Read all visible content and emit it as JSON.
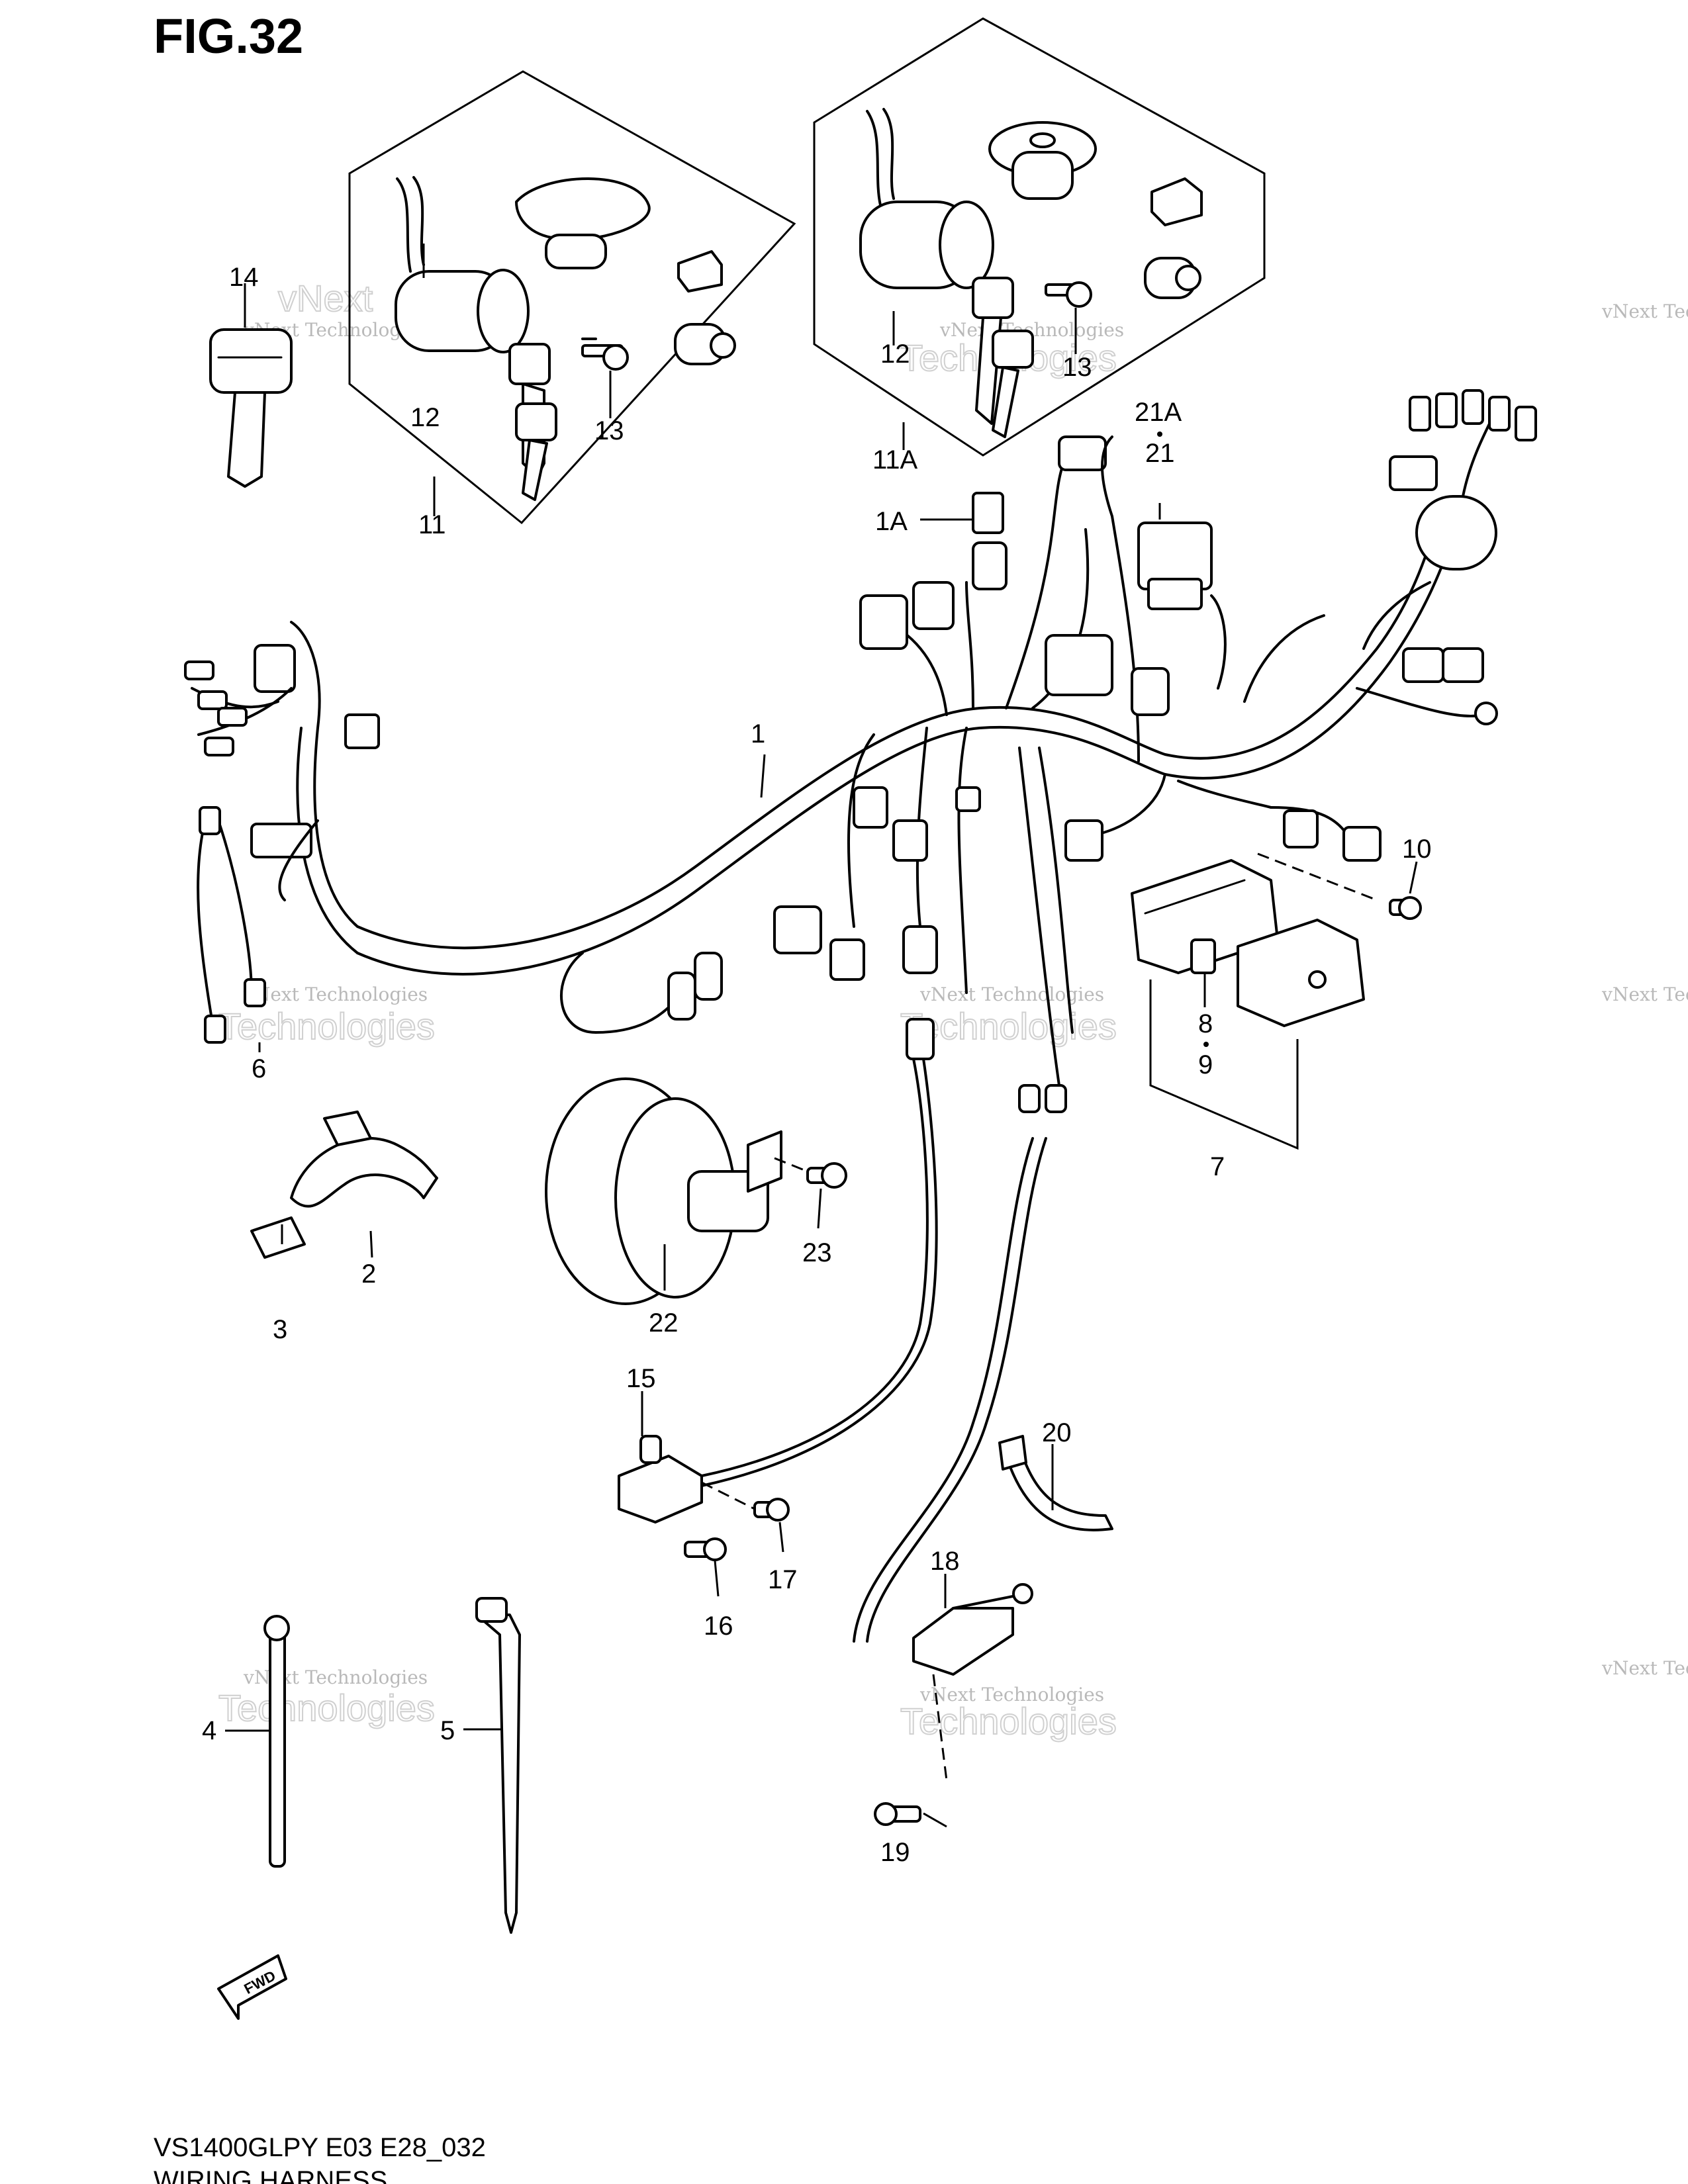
{
  "figure": {
    "title": "FIG.32",
    "model_code": "VS1400GLPY E03 E28_032",
    "name": "WIRING HARNESS"
  },
  "watermark": {
    "line1": "vNext Technologies",
    "line2a": "vNext",
    "line2b": "Technologies"
  },
  "callouts": {
    "p1": "1",
    "p1A": "1A",
    "p2": "2",
    "p3": "3",
    "p4": "4",
    "p5": "5",
    "p6": "6",
    "p7": "7",
    "p8": "8",
    "p9": "9",
    "p10": "10",
    "p11": "11",
    "p11A": "11A",
    "p12a": "12",
    "p12b": "12",
    "p13a": "13",
    "p13b": "13",
    "p14": "14",
    "p15": "15",
    "p16": "16",
    "p17": "17",
    "p18": "18",
    "p19": "19",
    "p20": "20",
    "p21": "21",
    "p21A": "21A",
    "p22": "22",
    "p23": "23"
  },
  "icons": {
    "fwd": "FWD"
  }
}
